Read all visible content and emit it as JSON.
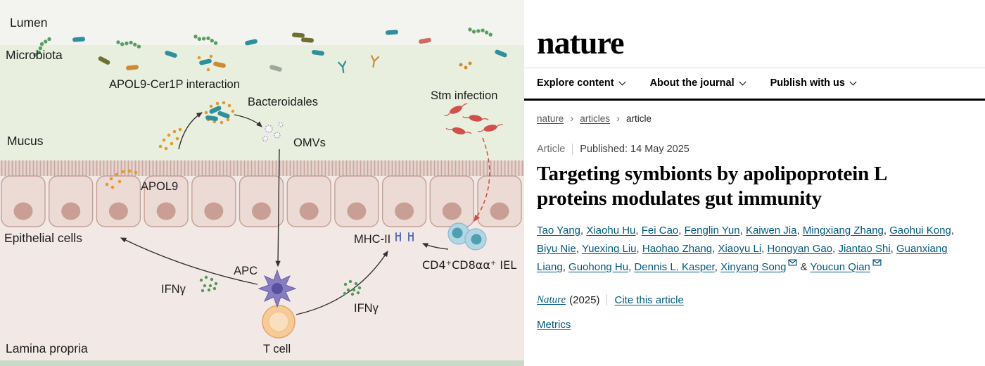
{
  "icons": {
    "chevron_right": "›"
  },
  "diagram": {
    "labels": {
      "lumen": "Lumen",
      "microbiota": "Microbiota",
      "mucus": "Mucus",
      "epithelial_cells": "Epithelial cells",
      "lamina_propria": "Lamina propria",
      "apol9_cer1p": "APOL9-Cer1P interaction",
      "bacteroidales": "Bacteroidales",
      "omvs": "OMVs",
      "stm_infection": "Stm infection",
      "apol9": "APOL9",
      "mhc2": "MHC-II",
      "iel": "CD4⁺CD8αα⁺ IEL",
      "ifny_left": "IFNγ",
      "ifny_right": "IFNγ",
      "apc": "APC",
      "t_cell": "T cell"
    },
    "colors": {
      "lumen_bg": "#f3f4f0",
      "mucus_bg": "#e9efdf",
      "lamina_bg": "#f2e9e6",
      "epithelium_fill": "#ecdbd4",
      "apol9_dots": "#e3992e",
      "stm_red": "#cf5148",
      "ifn_green": "#4f9a57",
      "apc_purple": "#877dc2",
      "tcell_orange": "#f6cb97",
      "iel_blue": "#b4d6e4",
      "mhc_blue": "#5b6fb5"
    }
  },
  "page": {
    "logo": "nature",
    "link_color": "#00597f",
    "nav": [
      {
        "label": "Explore content"
      },
      {
        "label": "About the journal"
      },
      {
        "label": "Publish with us"
      }
    ],
    "breadcrumb": [
      {
        "label": "nature"
      },
      {
        "label": "articles"
      },
      {
        "label": "article"
      }
    ],
    "meta": {
      "type": "Article",
      "published": "Published: 14 May 2025"
    },
    "title": "Targeting symbionts by apolipoprotein L proteins modulates gut immunity",
    "authors": [
      {
        "name": "Tao Yang",
        "sep": ", "
      },
      {
        "name": "Xiaohu Hu",
        "sep": ", "
      },
      {
        "name": "Fei Cao",
        "sep": ", "
      },
      {
        "name": "Fenglin Yun",
        "sep": ", "
      },
      {
        "name": "Kaiwen Jia",
        "sep": ", "
      },
      {
        "name": "Mingxiang Zhang",
        "sep": ", "
      },
      {
        "name": "Gaohui Kong",
        "sep": ", "
      },
      {
        "name": "Biyu Nie",
        "sep": ", "
      },
      {
        "name": "Yuexing Liu",
        "sep": ", "
      },
      {
        "name": "Haohao Zhang",
        "sep": ", "
      },
      {
        "name": "Xiaoyu Li",
        "sep": ", "
      },
      {
        "name": "Hongyan Gao",
        "sep": ", "
      },
      {
        "name": "Jiantao Shi",
        "sep": ", "
      },
      {
        "name": "Guanxiang Liang",
        "sep": ", "
      },
      {
        "name": "Guohong Hu",
        "sep": ", "
      },
      {
        "name": "Dennis L. Kasper",
        "sep": ", "
      },
      {
        "name": "Xinyang Song",
        "sep": " & "
      },
      {
        "name": "Youcun Qian",
        "sep": ""
      }
    ],
    "citation": {
      "journal": "Nature",
      "year": "(2025)",
      "cite_link": "Cite this article"
    },
    "metrics_link": "Metrics"
  }
}
